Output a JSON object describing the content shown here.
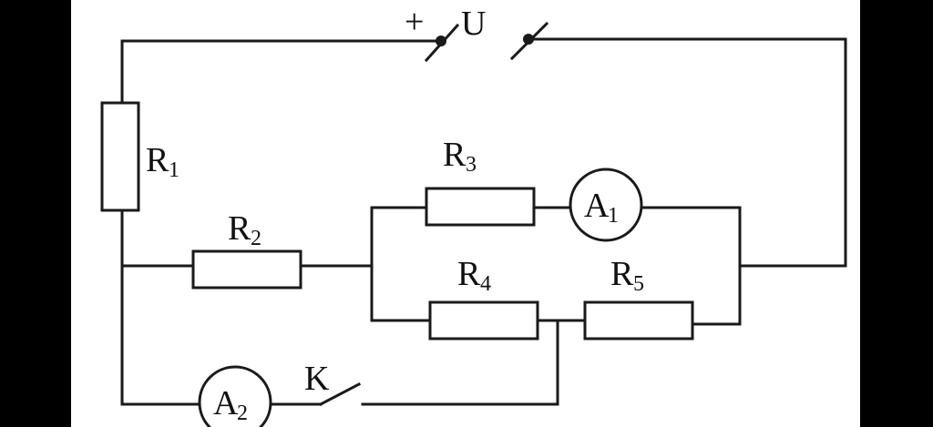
{
  "diagram": {
    "source": {
      "plus_sign": "+",
      "label": "U"
    },
    "resistors": [
      {
        "id": "r1",
        "letter": "R",
        "sub": "1"
      },
      {
        "id": "r2",
        "letter": "R",
        "sub": "2"
      },
      {
        "id": "r3",
        "letter": "R",
        "sub": "3"
      },
      {
        "id": "r4",
        "letter": "R",
        "sub": "4"
      },
      {
        "id": "r5",
        "letter": "R",
        "sub": "5"
      }
    ],
    "ammeters": [
      {
        "id": "a1",
        "letter": "A",
        "sub": "1"
      },
      {
        "id": "a2",
        "letter": "A",
        "sub": "2"
      }
    ],
    "switch": {
      "label": "K"
    }
  }
}
